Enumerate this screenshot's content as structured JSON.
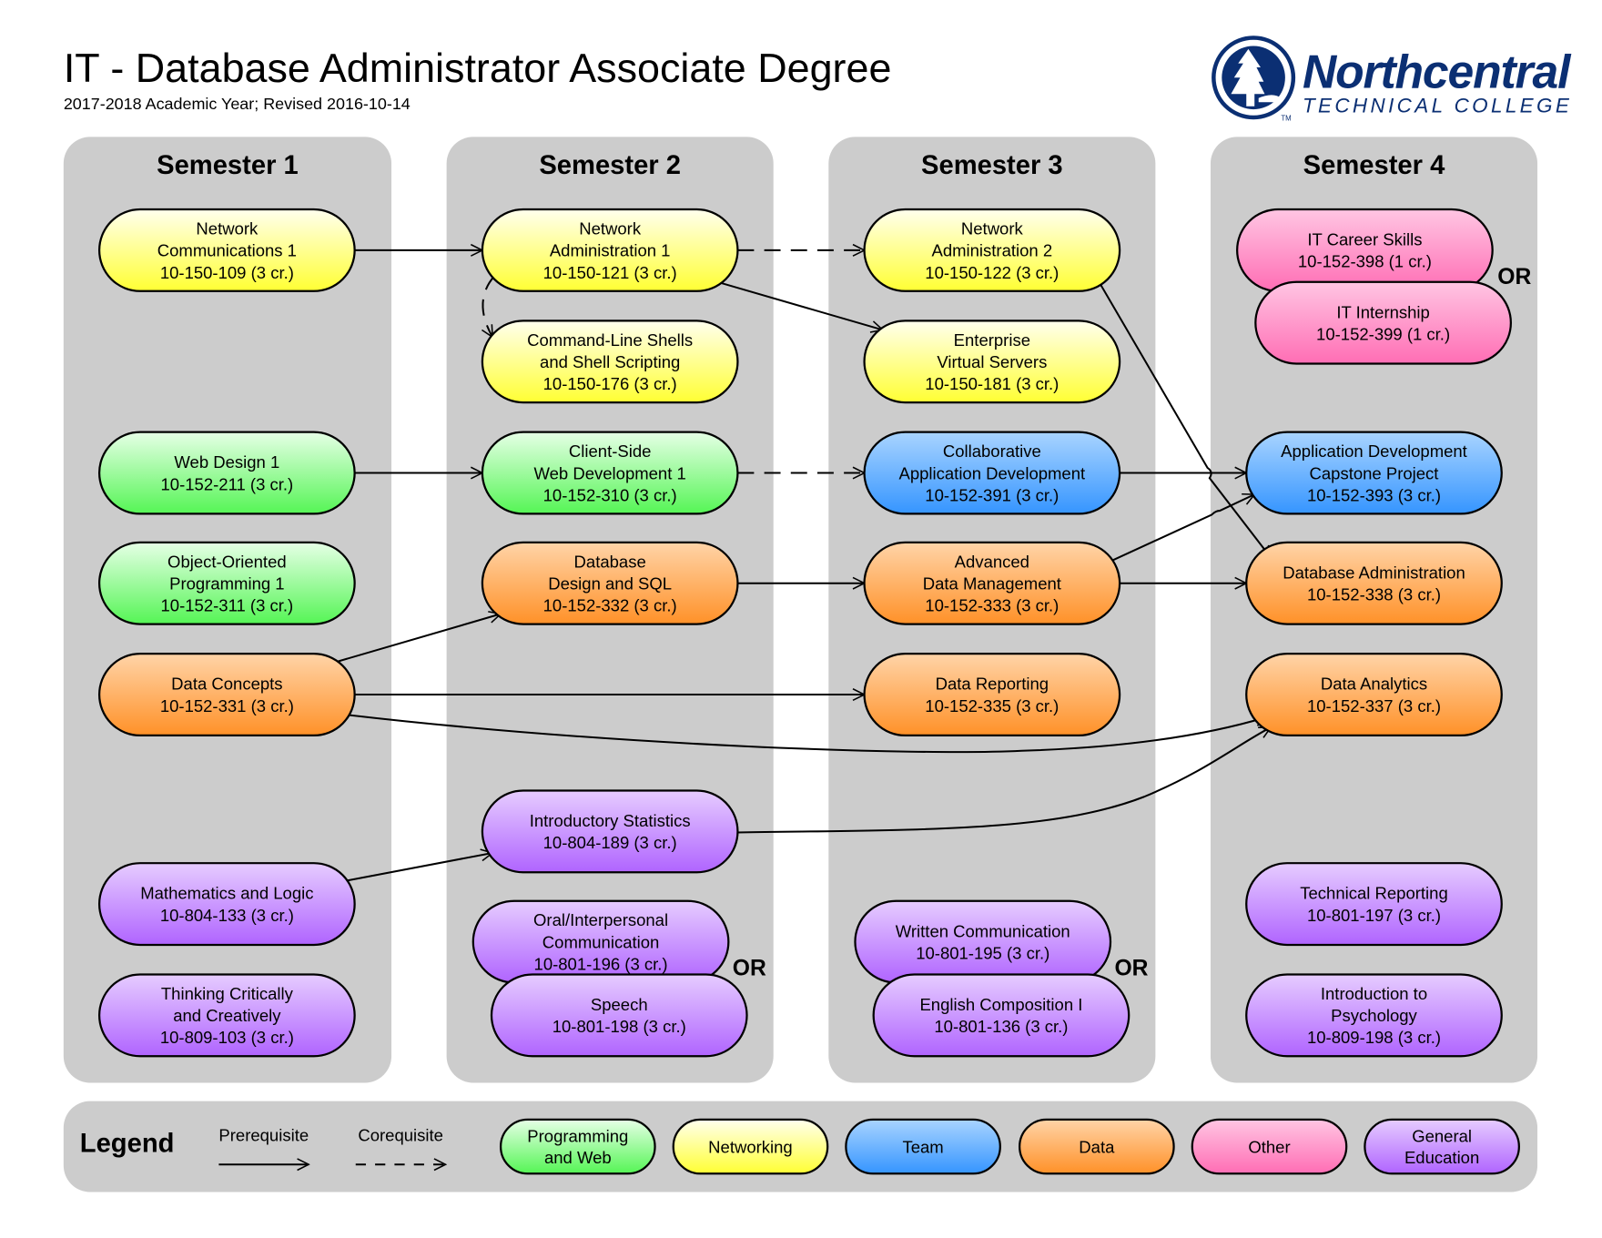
{
  "header": {
    "title": "IT - Database Administrator Associate Degree",
    "subtitle": "2017-2018 Academic Year; Revised 2016-10-14"
  },
  "logo": {
    "name": "Northcentral",
    "tagline": "TECHNICAL COLLEGE",
    "trademark": "TM",
    "icon": "pine-tree-emblem-icon",
    "color": "#0b2f73"
  },
  "categories": {
    "programming": {
      "label": "Programming and Web",
      "lines": [
        "Programming",
        "and Web"
      ],
      "top": "#e6ffe6",
      "bottom": "#55f555"
    },
    "networking": {
      "label": "Networking",
      "lines": [
        "Networking"
      ],
      "top": "#ffffee",
      "bottom": "#ffff33"
    },
    "team": {
      "label": "Team",
      "lines": [
        "Team"
      ],
      "top": "#a9d4ff",
      "bottom": "#3595ff"
    },
    "data": {
      "label": "Data",
      "lines": [
        "Data"
      ],
      "top": "#ffd4a8",
      "bottom": "#ff9128"
    },
    "other": {
      "label": "Other",
      "lines": [
        "Other"
      ],
      "top": "#ffc6e3",
      "bottom": "#ff6db4"
    },
    "gened": {
      "label": "General Education",
      "lines": [
        "General",
        "Education"
      ],
      "top": "#e6ccff",
      "bottom": "#b064ff"
    }
  },
  "semesters": [
    {
      "title": "Semester 1"
    },
    {
      "title": "Semester 2"
    },
    {
      "title": "Semester 3"
    },
    {
      "title": "Semester 4"
    }
  ],
  "courses": [
    {
      "id": "nc1",
      "semester": 1,
      "category": "networking",
      "lines": [
        "Network",
        "Communications 1",
        "10-150-109 (3 cr.)"
      ]
    },
    {
      "id": "wd1",
      "semester": 1,
      "category": "programming",
      "lines": [
        "Web Design 1",
        "10-152-211 (3 cr.)"
      ]
    },
    {
      "id": "oop1",
      "semester": 1,
      "category": "programming",
      "lines": [
        "Object-Oriented",
        "Programming 1",
        "10-152-311 (3 cr.)"
      ]
    },
    {
      "id": "dc",
      "semester": 1,
      "category": "data",
      "lines": [
        "Data Concepts",
        "10-152-331 (3 cr.)"
      ]
    },
    {
      "id": "ml",
      "semester": 1,
      "category": "gened",
      "lines": [
        "Mathematics and Logic",
        "10-804-133 (3 cr.)"
      ]
    },
    {
      "id": "tcc",
      "semester": 1,
      "category": "gened",
      "lines": [
        "Thinking Critically",
        "and Creatively",
        "10-809-103 (3 cr.)"
      ]
    },
    {
      "id": "na1",
      "semester": 2,
      "category": "networking",
      "lines": [
        "Network",
        "Administration 1",
        "10-150-121 (3 cr.)"
      ]
    },
    {
      "id": "cls",
      "semester": 2,
      "category": "networking",
      "lines": [
        "Command-Line Shells",
        "and Shell Scripting",
        "10-150-176 (3 cr.)"
      ]
    },
    {
      "id": "cswd",
      "semester": 2,
      "category": "programming",
      "lines": [
        "Client-Side",
        "Web Development 1",
        "10-152-310 (3 cr.)"
      ]
    },
    {
      "id": "dds",
      "semester": 2,
      "category": "data",
      "lines": [
        "Database",
        "Design and SQL",
        "10-152-332 (3 cr.)"
      ]
    },
    {
      "id": "is",
      "semester": 2,
      "category": "gened",
      "lines": [
        "Introductory Statistics",
        "10-804-189 (3 cr.)"
      ]
    },
    {
      "id": "oic",
      "semester": 2,
      "category": "gened",
      "lines": [
        "Oral/Interpersonal",
        "Communication",
        "10-801-196 (3 cr.)"
      ]
    },
    {
      "id": "sp",
      "semester": 2,
      "category": "gened",
      "lines": [
        "Speech",
        "10-801-198 (3 cr.)"
      ]
    },
    {
      "id": "na2",
      "semester": 3,
      "category": "networking",
      "lines": [
        "Network",
        "Administration 2",
        "10-150-122 (3 cr.)"
      ]
    },
    {
      "id": "evs",
      "semester": 3,
      "category": "networking",
      "lines": [
        "Enterprise",
        "Virtual Servers",
        "10-150-181 (3 cr.)"
      ]
    },
    {
      "id": "cad",
      "semester": 3,
      "category": "team",
      "lines": [
        "Collaborative",
        "Application Development",
        "10-152-391 (3 cr.)"
      ]
    },
    {
      "id": "adm",
      "semester": 3,
      "category": "data",
      "lines": [
        "Advanced",
        "Data Management",
        "10-152-333 (3 cr.)"
      ]
    },
    {
      "id": "dr",
      "semester": 3,
      "category": "data",
      "lines": [
        "Data Reporting",
        "10-152-335 (3 cr.)"
      ]
    },
    {
      "id": "wc",
      "semester": 3,
      "category": "gened",
      "lines": [
        "Written Communication",
        "10-801-195 (3 cr.)"
      ]
    },
    {
      "id": "ec1",
      "semester": 3,
      "category": "gened",
      "lines": [
        "English Composition I",
        "10-801-136 (3 cr.)"
      ]
    },
    {
      "id": "itcs",
      "semester": 4,
      "category": "other",
      "lines": [
        "IT Career Skills",
        "10-152-398 (1 cr.)"
      ]
    },
    {
      "id": "iti",
      "semester": 4,
      "category": "other",
      "lines": [
        "IT Internship",
        "10-152-399 (1 cr.)"
      ]
    },
    {
      "id": "adcp",
      "semester": 4,
      "category": "team",
      "lines": [
        "Application Development",
        "Capstone Project",
        "10-152-393 (3 cr.)"
      ]
    },
    {
      "id": "dba",
      "semester": 4,
      "category": "data",
      "lines": [
        "Database Administration",
        "10-152-338 (3 cr.)"
      ]
    },
    {
      "id": "da",
      "semester": 4,
      "category": "data",
      "lines": [
        "Data Analytics",
        "10-152-337 (3 cr.)"
      ]
    },
    {
      "id": "tr",
      "semester": 4,
      "category": "gened",
      "lines": [
        "Technical Reporting",
        "10-801-197 (3 cr.)"
      ]
    },
    {
      "id": "ip",
      "semester": 4,
      "category": "gened",
      "lines": [
        "Introduction to",
        "Psychology",
        "10-809-198 (3 cr.)"
      ]
    }
  ],
  "or_labels": [
    {
      "between": [
        "itcs",
        "iti"
      ],
      "text": "OR"
    },
    {
      "between": [
        "oic",
        "sp"
      ],
      "text": "OR"
    },
    {
      "between": [
        "wc",
        "ec1"
      ],
      "text": "OR"
    }
  ],
  "relations": [
    {
      "from": "nc1",
      "to": "na1",
      "type": "prerequisite"
    },
    {
      "from": "na1",
      "to": "na2",
      "type": "corequisite"
    },
    {
      "from": "na1",
      "to": "cls",
      "type": "corequisite"
    },
    {
      "from": "na1",
      "to": "evs",
      "type": "prerequisite"
    },
    {
      "from": "na2",
      "to": "dba",
      "type": "prerequisite"
    },
    {
      "from": "wd1",
      "to": "cswd",
      "type": "prerequisite"
    },
    {
      "from": "cswd",
      "to": "cad",
      "type": "corequisite"
    },
    {
      "from": "cad",
      "to": "adcp",
      "type": "prerequisite"
    },
    {
      "from": "dds",
      "to": "adm",
      "type": "prerequisite"
    },
    {
      "from": "adm",
      "to": "adcp",
      "type": "prerequisite"
    },
    {
      "from": "adm",
      "to": "dba",
      "type": "prerequisite"
    },
    {
      "from": "dc",
      "to": "dds",
      "type": "prerequisite"
    },
    {
      "from": "dc",
      "to": "dr",
      "type": "prerequisite"
    },
    {
      "from": "dc",
      "to": "da",
      "type": "prerequisite"
    },
    {
      "from": "is",
      "to": "da",
      "type": "prerequisite"
    },
    {
      "from": "ml",
      "to": "is",
      "type": "prerequisite"
    }
  ],
  "legend": {
    "title": "Legend",
    "prerequisite_label": "Prerequisite",
    "corequisite_label": "Corequisite",
    "category_order": [
      "programming",
      "networking",
      "team",
      "data",
      "other",
      "gened"
    ]
  }
}
